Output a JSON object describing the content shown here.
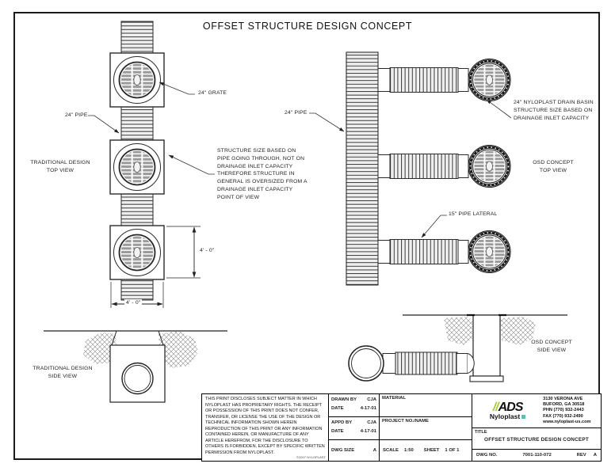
{
  "drawing": {
    "title": "OFFSET STRUCTURE DESIGN CONCEPT",
    "views": {
      "traditional_top": {
        "line1": "TRADITIONAL DESIGN",
        "line2": "TOP VIEW"
      },
      "osd_top": {
        "line1": "OSD CONCEPT",
        "line2": "TOP VIEW"
      },
      "traditional_side": {
        "line1": "TRADITIONAL DESIGN",
        "line2": "SIDE VIEW"
      },
      "osd_side": {
        "line1": "OSD CONCEPT",
        "line2": "SIDE VIEW"
      }
    },
    "callouts": {
      "grate": "24\" GRATE",
      "pipe_left": "24\" PIPE",
      "pipe_right": "24\" PIPE",
      "pipe_lateral": "15\" PIPE LATERAL",
      "drain_basin_line1": "24\" NYLOPLAST DRAIN BASIN",
      "drain_basin_line2": "STRUCTURE SIZE BASED ON",
      "drain_basin_line3": "DRAINAGE INLET CAPACITY",
      "note_lines": [
        "STRUCTURE SIZE BASED ON",
        "PIPE GOING THROUGH, NOT ON",
        "DRAINAGE INLET CAPACITY",
        "THEREFORE STRUCTURE IN",
        "GENERAL IS OVERSIZED FROM A",
        "DRAINAGE INLET CAPACITY",
        "POINT OF VIEW"
      ]
    },
    "dimensions": {
      "height": "4' - 0\"",
      "width": "4' - 0\""
    }
  },
  "title_block": {
    "legal_text": "THIS PRINT DISCLOSES SUBJECT MATTER IN WHICH NYLOPLAST HAS PROPRIETARY RIGHTS. THE RECEIPT OR POSSESSION OF THIS PRINT DOES NOT CONFER, TRANSFER, OR LICENSE THE USE OF THE DESIGN OR TECHNICAL INFORMATION SHOWN HEREIN REPRODUCTION OF THIS PRINT OR ANY INFORMATION CONTAINED HEREIN, OR MANUFACTURE OF ANY ARTICLE HEREFROM, FOR THE DISCLOSURE TO OTHERS IS FORBIDDEN, EXCEPT BY SPECIFIC WRITTEN PERMISSION FROM NYLOPLAST.",
    "copyright": "©2007 NYLOPLAST",
    "drawn_by_label": "DRAWN BY",
    "drawn_by": "CJA",
    "drawn_date_label": "DATE",
    "drawn_date": "4-17-01",
    "appd_by_label": "APPD BY",
    "appd_by": "CJA",
    "appd_date_label": "DATE",
    "appd_date": "4-17-01",
    "dwg_size_label": "DWG SIZE",
    "dwg_size": "A",
    "material_label": "MATERIAL",
    "project_label": "PROJECT NO./NAME",
    "scale_label": "SCALE",
    "scale": "1:50",
    "sheet_label": "SHEET",
    "sheet": "1 OF 1",
    "title_label": "TITLE",
    "title": "OFFSET STRUCTURE DESIGN CONCEPT",
    "dwg_no_label": "DWG NO.",
    "dwg_no": "7001-110-072",
    "rev_label": "REV",
    "rev": "A",
    "company": {
      "logo_slashes": "//",
      "logo_text": "ADS",
      "logo_sub": "Nyloplast",
      "brand_green": "#a6ce39",
      "brand_teal": "#5bbfae",
      "address_lines": [
        "3130 VERONA AVE",
        "BUFORD, GA 30518",
        "PHN (770) 932-2443",
        "FAX (770) 932-2490",
        "www.nyloplast-us.com"
      ]
    }
  }
}
